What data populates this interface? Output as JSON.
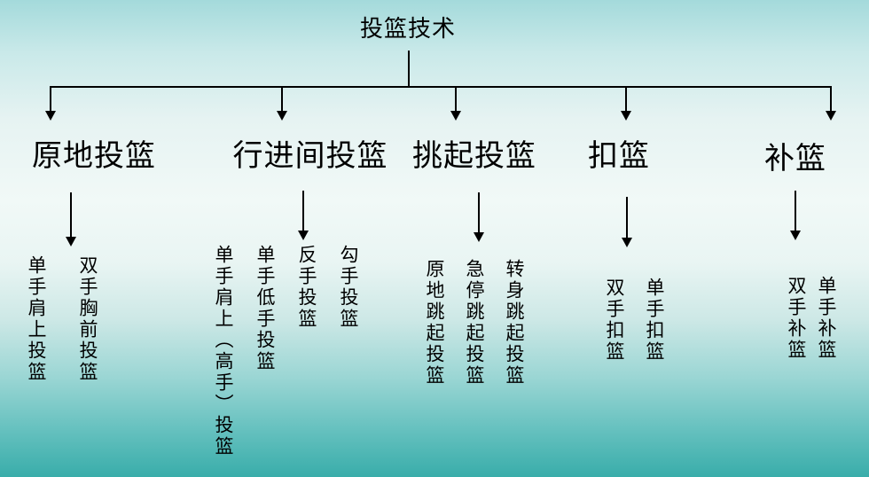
{
  "slide": {
    "title": "投篮技术",
    "branches": [
      {
        "label": "原地投篮",
        "children": [
          "单手肩上投篮",
          "双手胸前投篮"
        ]
      },
      {
        "label": "行进间投篮",
        "children": [
          "单手肩上（高手）投篮",
          "单手低手投篮",
          "反手投篮",
          "勾手投篮"
        ]
      },
      {
        "label": "挑起投篮",
        "children": [
          "原地跳起投篮",
          "急停跳起投篮",
          "转身跳起投篮"
        ]
      },
      {
        "label": "扣篮",
        "children": [
          "双手扣篮",
          "单手扣篮"
        ]
      },
      {
        "label": "补篮",
        "children": [
          "双手补篮",
          "单手补篮"
        ]
      }
    ],
    "colors": {
      "line": "#000000",
      "text": "#000000",
      "bg_top": "#a4dadb",
      "bg_middle": "#f1f9f7",
      "bg_bottom": "#39adaa"
    }
  }
}
